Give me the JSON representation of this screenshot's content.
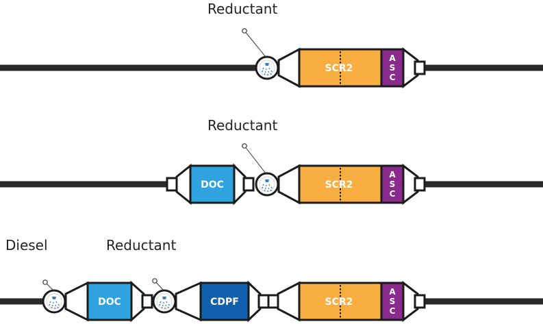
{
  "colors": {
    "pipe": "#2a2a2a",
    "outline": "#1b1b1b",
    "scr": "#f8ae40",
    "asc": "#8a2a8c",
    "doc": "#2fa3e0",
    "cdpf": "#1060ad",
    "injector_spray": "#3a7fc0"
  },
  "labels": {
    "reductant": "Reductant",
    "diesel": "Diesel",
    "scr": "SCR2",
    "asc_letters": [
      "A",
      "S",
      "C"
    ],
    "doc": "DOC",
    "cdpf": "CDPF"
  },
  "rows": [
    {
      "id": "row-1",
      "components": [
        "reductant-injector",
        "SCR2",
        "ASC"
      ]
    },
    {
      "id": "row-2",
      "components": [
        "DOC",
        "reductant-injector",
        "SCR2",
        "ASC"
      ]
    },
    {
      "id": "row-3",
      "components": [
        "diesel-injector",
        "DOC",
        "reductant-injector",
        "CDPF",
        "SCR2",
        "ASC"
      ]
    }
  ]
}
